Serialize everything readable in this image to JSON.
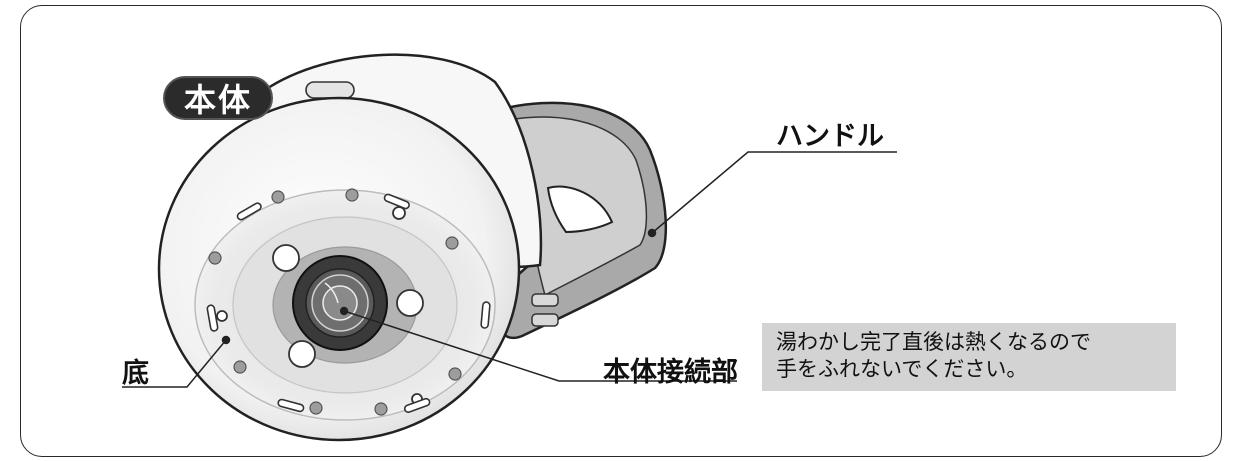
{
  "body_badge": "本体",
  "labels": {
    "handle": "ハンドル",
    "bottom": "底",
    "connector": "本体接続部"
  },
  "caution": {
    "line1": "湯わかし完了直後は熱くなるので",
    "line2": "手をふれないでください。"
  }
}
